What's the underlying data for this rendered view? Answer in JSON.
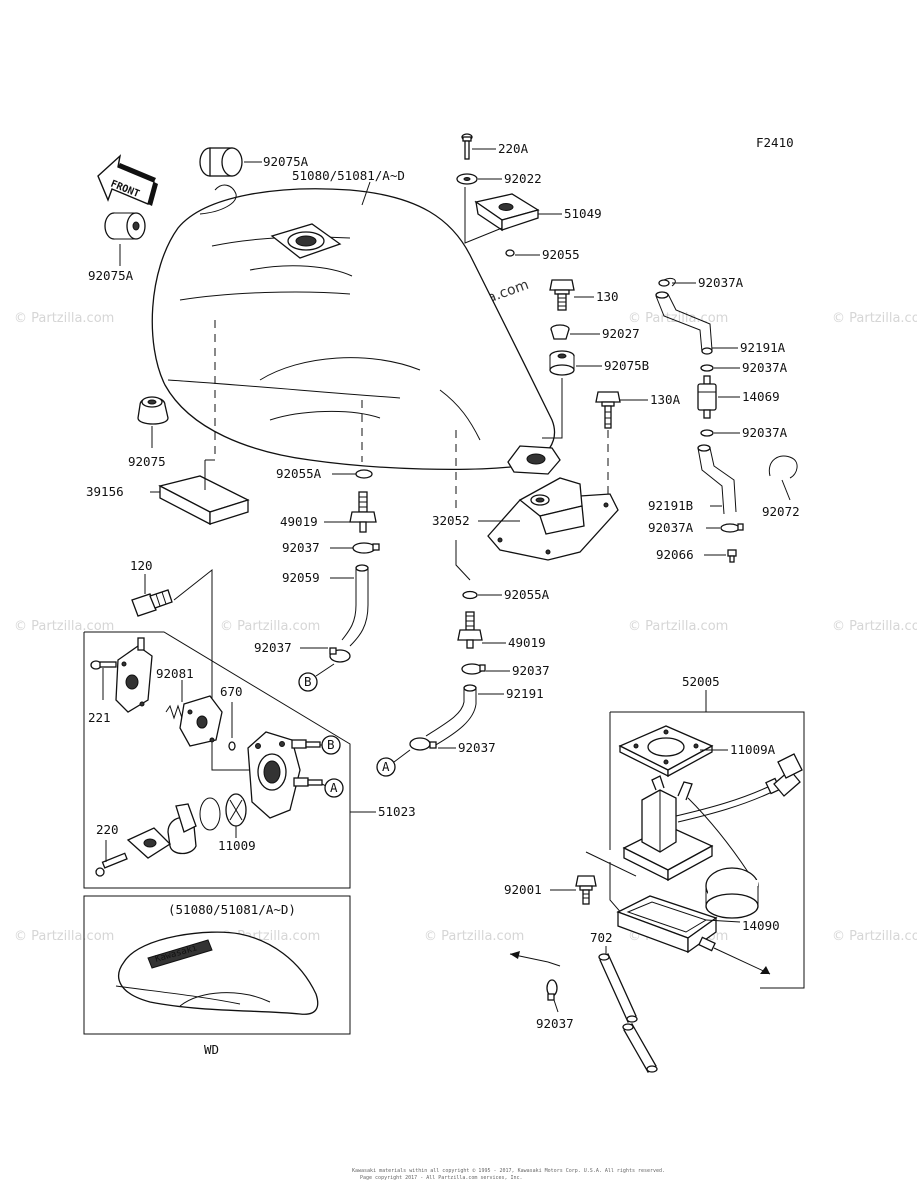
{
  "figure_code": "F2410",
  "front_arrow_text": "FRONT",
  "watermark_text": "© Partzilla.com",
  "labels": {
    "p92075A_top": "92075A",
    "p92075A_left": "92075A",
    "p51080": "51080/51081/A~D",
    "p220A": "220A",
    "p92022": "92022",
    "p51049": "51049",
    "p92055": "92055",
    "p130": "130",
    "p92027": "92027",
    "p92075B": "92075B",
    "p130A": "130A",
    "p92037A_1": "92037A",
    "p92191A": "92191A",
    "p92037A_2": "92037A",
    "p14069": "14069",
    "p92037A_3": "92037A",
    "p92075": "92075",
    "p39156": "39156",
    "p92055A_1": "92055A",
    "p49019_1": "49019",
    "p92037_1": "92037",
    "p92059": "92059",
    "p32052": "32052",
    "p92191B": "92191B",
    "p92072": "92072",
    "p92037A_4": "92037A",
    "p92066": "92066",
    "p120": "120",
    "p92055A_2": "92055A",
    "p49019_2": "49019",
    "p92037_2": "92037",
    "p92191": "92191",
    "p92037_3": "92037",
    "p92081": "92081",
    "p221": "221",
    "p670": "670",
    "p51023": "51023",
    "p11009": "11009",
    "p220": "220",
    "p52005": "52005",
    "p11009A": "11009A",
    "p92001": "92001",
    "p14090": "14090",
    "p702": "702",
    "p92037_4": "92037",
    "inset_title": "(51080/51081/A~D)",
    "inset_caption": "WD",
    "callout_A": "A",
    "callout_B": "B"
  },
  "tank_brand_text": "Kawasaki",
  "footer_line1": "Kawasaki materials within all copyright © 1995 - 2017, Kawasaki Motors Corp. U.S.A. All rights reserved.",
  "footer_line2": "Page copyright 2017 - All Partzilla.com services, Inc."
}
